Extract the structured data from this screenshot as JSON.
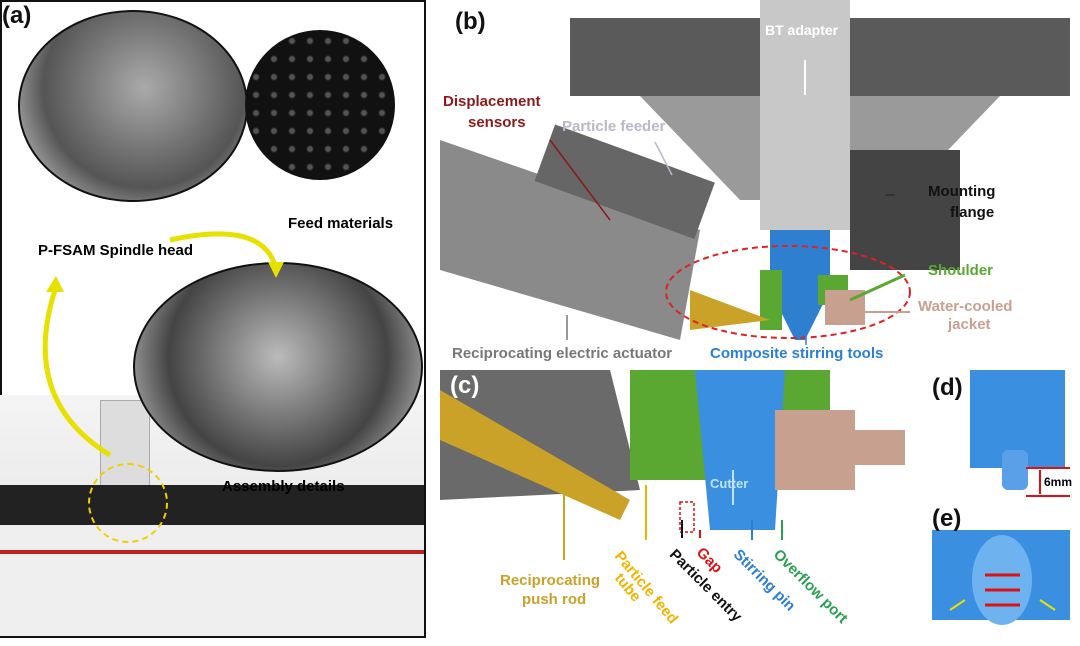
{
  "panels": {
    "a": {
      "label": "(a)",
      "captions": {
        "spindle_head": "P-FSAM Spindle head",
        "feed_materials": "Feed materials",
        "assembly_details": "Assembly details"
      }
    },
    "b": {
      "label": "(b)",
      "callouts": {
        "bt_adapter": "BT adapter",
        "displacement_sensors_1": "Displacement",
        "displacement_sensors_2": "sensors",
        "particle_feeder": "Particle feeder",
        "mounting_flange_1": "Mounting",
        "mounting_flange_2": "flange",
        "shoulder": "Shoulder",
        "water_cooled_jacket_1": "Water-cooled",
        "water_cooled_jacket_2": "jacket",
        "actuator": "Reciprocating electric actuator",
        "stirring_tools": "Composite stirring tools"
      }
    },
    "c": {
      "label": "(c)",
      "callouts": {
        "cutter": "Cutter",
        "push_rod_1": "Reciprocating",
        "push_rod_2": "push rod",
        "feed_tube_1": "Particle feed",
        "feed_tube_2": "tube",
        "particle_entry": "Particle entry",
        "gap": "Gap",
        "stirring_pin": "Stirring pin",
        "overflow_port": "Overflow port"
      }
    },
    "d": {
      "label": "(d)",
      "dimension": "6mm"
    },
    "e": {
      "label": "(e)"
    }
  },
  "colors": {
    "displacement": "#8b1a1a",
    "feeder": "#b8b8c8",
    "shoulder": "#5aa832",
    "jacket": "#c8a090",
    "actuator": "#777777",
    "tools": "#2a7fd4",
    "push_rod": "#c9a227",
    "feed_tube": "#f0b400",
    "gap": "#d11",
    "overflow": "#2aa050"
  }
}
